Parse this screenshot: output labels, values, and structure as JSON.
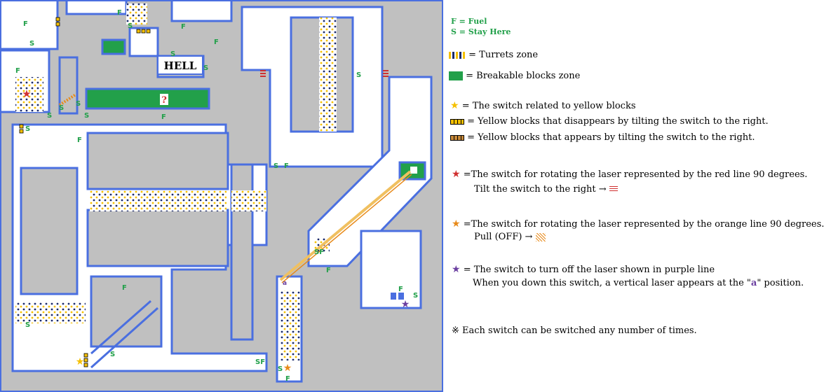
{
  "map": {
    "hell_label": "HELL",
    "mystery_label": "?",
    "laser_position_label": "a",
    "markers": {
      "fuel": "F",
      "stay": "S",
      "stay_fuel": "SF"
    },
    "colors": {
      "wall": "#4a6fe0",
      "floor": "#c0c0c0",
      "open_area": "#ffffff",
      "breakable": "#22a04a",
      "turret_yellow": "#f5c000",
      "turret_navy": "#1b2a6b",
      "red_laser": "#d03030",
      "orange_laser": "#e88a1a",
      "purple_switch": "#6b3fa0",
      "marker_green": "#22a04a"
    }
  },
  "legend": {
    "fuel_line": "F = Fuel",
    "stay_line": "S = Stay Here",
    "turrets": "= Turrets zone",
    "breakable": "= Breakable blocks zone",
    "yellow_switch": "=  The switch related to yellow blocks",
    "yellow_disappear": "= Yellow blocks that disappears by tilting the switch to the right.",
    "yellow_appear": "= Yellow blocks that appears by tilting the switch to the right.",
    "red_switch_1": "=The switch for rotating the laser represented by the red line 90 degrees.",
    "red_switch_2": "Tilt the switch to the right →",
    "orange_switch_1": "=The switch for rotating the laser represented by the orange line 90 degrees.",
    "orange_switch_2": "Pull (OFF) →",
    "purple_switch_1": "= The switch to turn off the laser shown in purple line",
    "purple_switch_2_a": "When you down this switch, a vertical laser appears at the \"",
    "purple_switch_2_b": "a",
    "purple_switch_2_c": "\" position.",
    "note": "※ Each switch can be switched any number of times."
  }
}
